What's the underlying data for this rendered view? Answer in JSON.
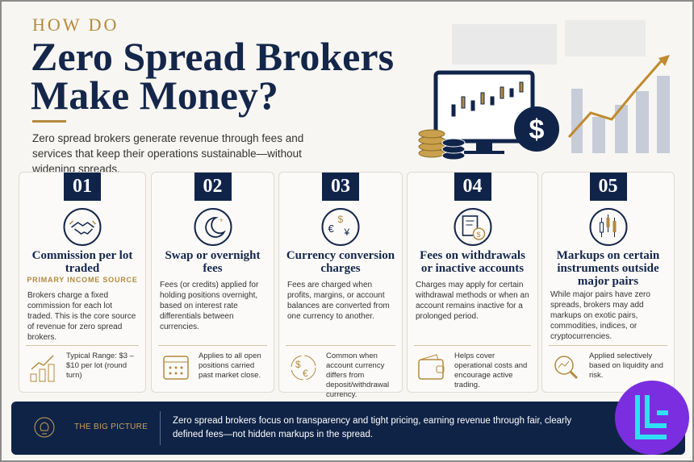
{
  "header": {
    "kicker": "HOW DO",
    "title_line1": "Zero Spread Brokers",
    "title_line2": "Make Money?",
    "subtitle": "Zero spread brokers generate revenue through fees and services that keep their operations sustainable—without widening spreads."
  },
  "cards": [
    {
      "number": "01",
      "icon": "handshake-icon",
      "title": "Commission per lot traded",
      "tag": "PRIMARY INCOME SOURCE",
      "description": "Brokers charge a fixed commission for each lot traded. This is the core source of revenue for zero spread brokers.",
      "footer_icon": "growth-chart-icon",
      "footer": "Typical Range: $3 – $10 per lot (round turn)"
    },
    {
      "number": "02",
      "icon": "moon-icon",
      "title": "Swap or overnight fees",
      "description": "Fees (or credits) applied for holding positions overnight, based on interest rate differentials between currencies.",
      "footer_icon": "calendar-icon",
      "footer": "Applies to all open positions carried past market close."
    },
    {
      "number": "03",
      "icon": "currency-exchange-icon",
      "title": "Currency conversion charges",
      "description": "Fees are charged when profits, margins, or account balances are converted from one currency to another.",
      "footer_icon": "dollar-euro-exchange-icon",
      "footer": "Common when account currency differs from deposit/withdrawal currency."
    },
    {
      "number": "04",
      "icon": "invoice-dollar-icon",
      "title": "Fees on withdrawals or inactive accounts",
      "description": "Charges may apply for certain withdrawal methods or when an account remains inactive for a prolonged period.",
      "footer_icon": "wallet-icon",
      "footer": "Helps cover operational costs and encourage active trading."
    },
    {
      "number": "05",
      "icon": "candlestick-icon",
      "title": "Markups on certain instruments outside major pairs",
      "description": "While major pairs have zero spreads, brokers may add markups on exotic pairs, commodities, indices, or cryptocurrencies.",
      "footer_icon": "magnifier-chart-icon",
      "footer": "Applied selectively based on liquidity and risk."
    }
  ],
  "banner": {
    "label": "THE BIG PICTURE",
    "text": "Zero spread brokers focus on transparency and tight pricing, earning revenue through fair, clearly defined fees—not hidden markups in the spread."
  },
  "colors": {
    "navy": "#10244a",
    "gold": "#b38a3e",
    "logo": "#7a2ee0",
    "logo_mark": "#2fe0f5"
  }
}
